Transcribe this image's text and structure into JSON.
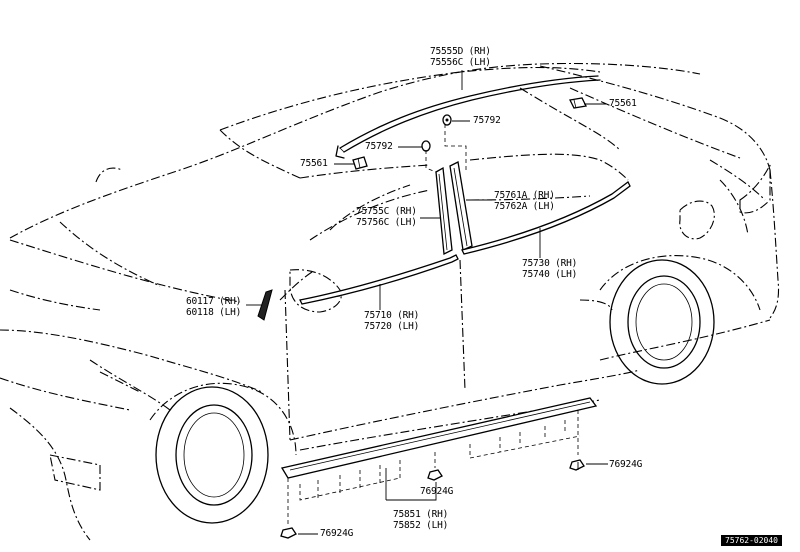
{
  "labels": {
    "roof_molding": [
      "75555D (RH)",
      "75556C (LH)"
    ],
    "clip_roof_rear": "75561",
    "clip_roof_front": "75561",
    "clip_pillar_a": "75792",
    "clip_pillar_b": "75792",
    "pillar_rear": [
      "75761A (RH)",
      "75762A (LH)"
    ],
    "pillar_front": [
      "75755C (RH)",
      "75756C (LH)"
    ],
    "belt_rear": [
      "75730 (RH)",
      "75740 (LH)"
    ],
    "belt_front": [
      "75710 (RH)",
      "75720 (LH)"
    ],
    "mirror_garnish": [
      "60117 (RH)",
      "60118 (LH)"
    ],
    "rocker_molding": [
      "75851 (RH)",
      "75852 (LH)"
    ],
    "nut_right": "76924G",
    "nut_center": "76924G",
    "nut_left": "76924G"
  },
  "figure_ref": "75762-02040"
}
